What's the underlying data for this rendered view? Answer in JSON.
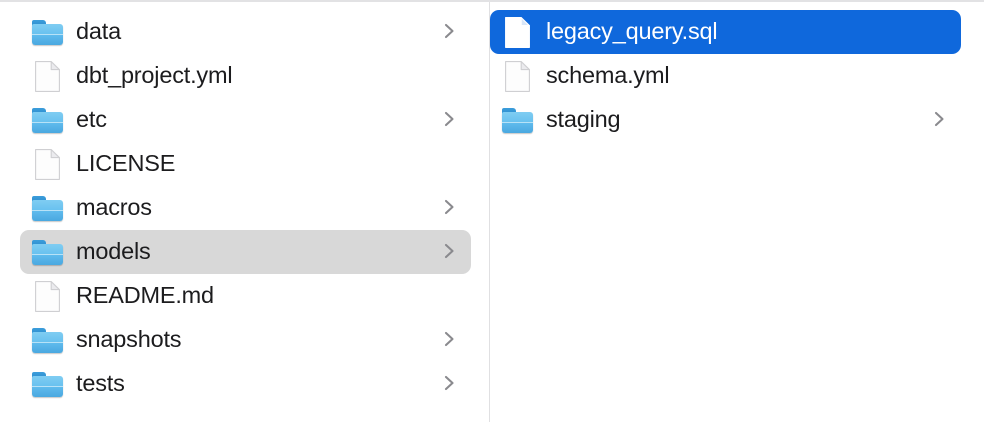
{
  "window": {
    "app": "Finder",
    "view": "column-view"
  },
  "colors": {
    "selection_blue": "#0F68DC",
    "selection_gray": "#D8D8D8",
    "folder_blue": "#5FBBED",
    "text": "#1C1C1E",
    "text_selected": "#FFFFFF",
    "divider": "#E0E0E2",
    "background": "#FFFFFF"
  },
  "columns": [
    {
      "name": "project-root-column",
      "items": [
        {
          "label": "data",
          "kind": "folder",
          "icon": "folder-icon",
          "chevron": true,
          "selected": false,
          "selection_style": "none"
        },
        {
          "label": "dbt_project.yml",
          "kind": "file",
          "icon": "file-icon",
          "chevron": false,
          "selected": false,
          "selection_style": "none"
        },
        {
          "label": "etc",
          "kind": "folder",
          "icon": "folder-icon",
          "chevron": true,
          "selected": false,
          "selection_style": "none"
        },
        {
          "label": "LICENSE",
          "kind": "file",
          "icon": "file-icon",
          "chevron": false,
          "selected": false,
          "selection_style": "none"
        },
        {
          "label": "macros",
          "kind": "folder",
          "icon": "folder-icon",
          "chevron": true,
          "selected": false,
          "selection_style": "none"
        },
        {
          "label": "models",
          "kind": "folder",
          "icon": "folder-icon",
          "chevron": true,
          "selected": true,
          "selection_style": "gray"
        },
        {
          "label": "README.md",
          "kind": "file",
          "icon": "file-icon",
          "chevron": false,
          "selected": false,
          "selection_style": "none"
        },
        {
          "label": "snapshots",
          "kind": "folder",
          "icon": "folder-icon",
          "chevron": true,
          "selected": false,
          "selection_style": "none"
        },
        {
          "label": "tests",
          "kind": "folder",
          "icon": "folder-icon",
          "chevron": true,
          "selected": false,
          "selection_style": "none"
        }
      ]
    },
    {
      "name": "models-column",
      "items": [
        {
          "label": "legacy_query.sql",
          "kind": "file",
          "icon": "file-icon",
          "chevron": false,
          "selected": true,
          "selection_style": "blue"
        },
        {
          "label": "schema.yml",
          "kind": "file",
          "icon": "file-icon",
          "chevron": false,
          "selected": false,
          "selection_style": "none"
        },
        {
          "label": "staging",
          "kind": "folder",
          "icon": "folder-icon",
          "chevron": true,
          "selected": false,
          "selection_style": "none"
        }
      ]
    }
  ]
}
